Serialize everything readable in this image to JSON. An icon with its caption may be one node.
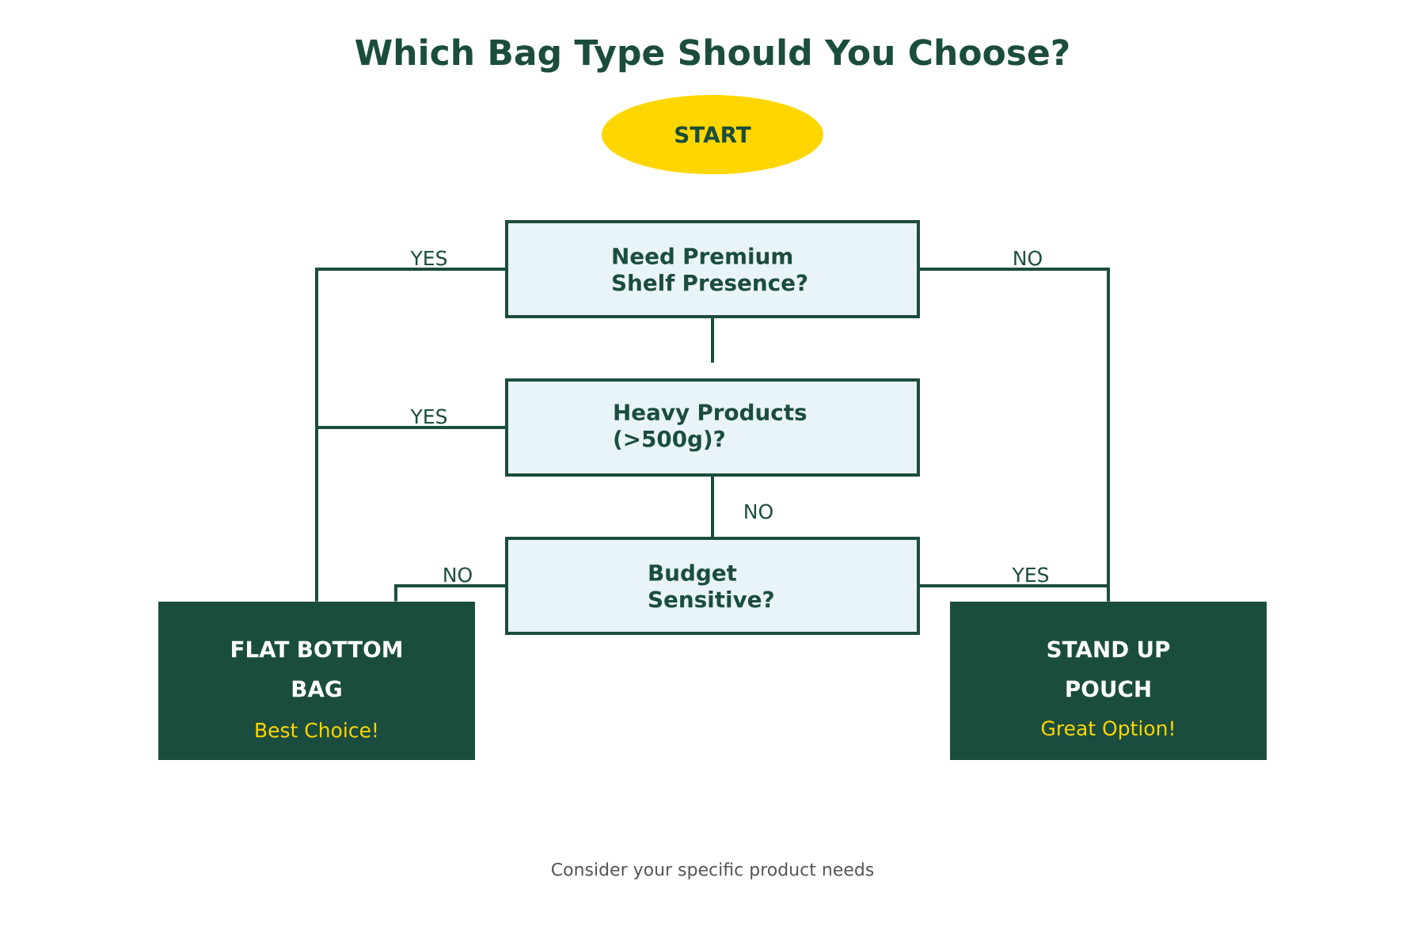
{
  "diagram": {
    "title": "Which Bag Type Should You Choose?",
    "caption": "Consider your specific product needs",
    "nodes": [
      {
        "text": [
          "START"
        ]
      },
      {
        "text": [
          "Need Premium Shelf Presence?"
        ]
      },
      {
        "text": [
          "Heavy Products (>500g)?"
        ]
      },
      {
        "text": [
          "Budget Sensitive?"
        ]
      },
      {
        "text": [
          "FLAT BOTTOM BAG",
          "Best Choice!"
        ]
      },
      {
        "text": [
          "STAND UP POUCH",
          "Great Option!"
        ]
      }
    ],
    "edges": [
      {
        "from": 1,
        "to": 2,
        "arrow": "none"
      },
      {
        "from": 1,
        "to": 4,
        "arrow": "none",
        "label": "YES"
      },
      {
        "from": 1,
        "to": 5,
        "arrow": "none",
        "label": "NO"
      },
      {
        "from": 2,
        "to": 4,
        "arrow": "none",
        "label": "YES"
      },
      {
        "from": 2,
        "to": 3,
        "arrow": "none",
        "label": "NO"
      },
      {
        "from": 3,
        "to": 4,
        "arrow": "none",
        "label": "NO"
      },
      {
        "from": 3,
        "to": 5,
        "arrow": "none",
        "label": "YES"
      }
    ]
  }
}
